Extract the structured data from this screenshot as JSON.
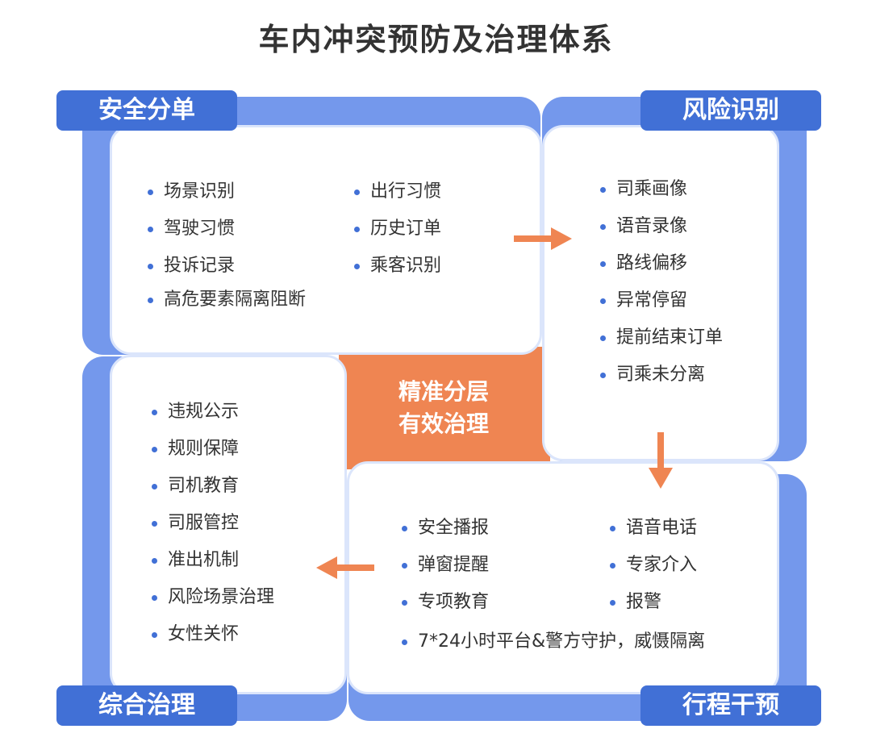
{
  "title": "车内冲突预防及治理体系",
  "center": {
    "line1": "精准分层",
    "line2": "有效治理"
  },
  "quadrants": {
    "safety_dispatch": {
      "label": "安全分单",
      "col1": [
        "场景识别",
        "驾驶习惯",
        "投诉记录"
      ],
      "col2": [
        "出行习惯",
        "历史订单",
        "乘客识别"
      ],
      "wide": "高危要素隔离阻断"
    },
    "risk_identification": {
      "label": "风险识别",
      "items": [
        "司乘画像",
        "语音录像",
        "路线偏移",
        "异常停留",
        "提前结束订单",
        "司乘未分离"
      ]
    },
    "trip_intervention": {
      "label": "行程干预",
      "col1": [
        "安全播报",
        "弹窗提醒",
        "专项教育"
      ],
      "col2": [
        "语音电话",
        "专家介入",
        "报警"
      ],
      "wide": "7*24小时平台&警方守护，威慑隔离"
    },
    "comprehensive_governance": {
      "label": "综合治理",
      "items": [
        "违规公示",
        "规则保障",
        "司机教育",
        "司服管控",
        "准出机制",
        "风险场景治理",
        "女性关怀"
      ]
    }
  },
  "colors": {
    "frame": "#7498ec",
    "label": "#4170d6",
    "center": "#ef8552",
    "arrow": "#ef8552",
    "card_border": "#dbe5fb"
  }
}
